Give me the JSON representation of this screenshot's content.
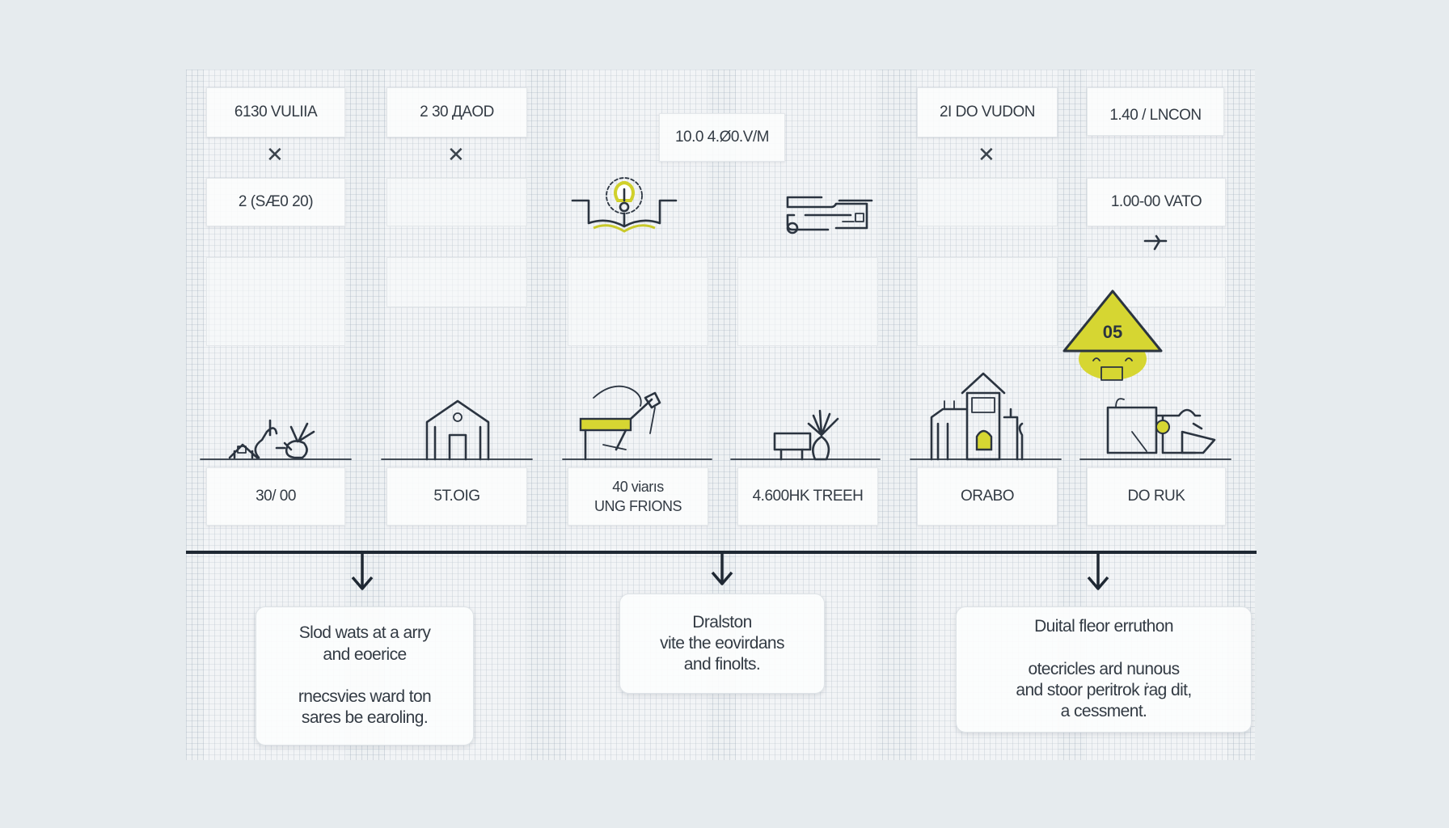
{
  "colors": {
    "background": "#e6ebee",
    "grid": "#a5b2be",
    "ink": "#2b3440",
    "accent": "#d6d632"
  },
  "top_labels": [
    "6130 VULIIA",
    "2 30 ДAOD",
    "10.0 4.Ø0.V/M",
    "2I DO VUDON",
    "1.40 / LNCON"
  ],
  "second_labels": [
    "2 (SÆ0 20)",
    "1.00-00 VATO"
  ],
  "badge_value": "05",
  "bottom_labels": [
    "30/ 00",
    "5T.OIG",
    "40 viarıs\nUNG FRIONS",
    "4.600HK TREEH",
    "ORABO",
    "DO RUK"
  ],
  "notes": [
    "Slod wats at a arry\nand eoerice\n\nrnecsvies ward ton\nsares be earoling.",
    "Dralston\nvite the eovirdans\nand finolts.",
    "Duital fleor erruthon\n\notecricles ard nunous\nand stoor peritrok ṙag dit,\na cessment."
  ],
  "icons": [
    "cross-icon",
    "cross-icon",
    "cross-icon",
    "lightbulb-book-icon",
    "machine-icon",
    "plane-icon",
    "warning-triangle-icon",
    "tree-house-icon",
    "building-icon",
    "desk-lamp-icon",
    "vase-icon",
    "house-icon",
    "shop-icon"
  ]
}
